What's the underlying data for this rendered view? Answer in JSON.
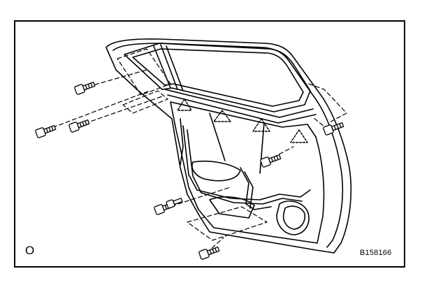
{
  "figure": {
    "corner_label": "O",
    "figure_code": "B158166"
  },
  "parts": {
    "bolt_count": 8,
    "clip_marker_count": 4
  },
  "colors": {
    "line": "#000000",
    "background": "#ffffff"
  }
}
